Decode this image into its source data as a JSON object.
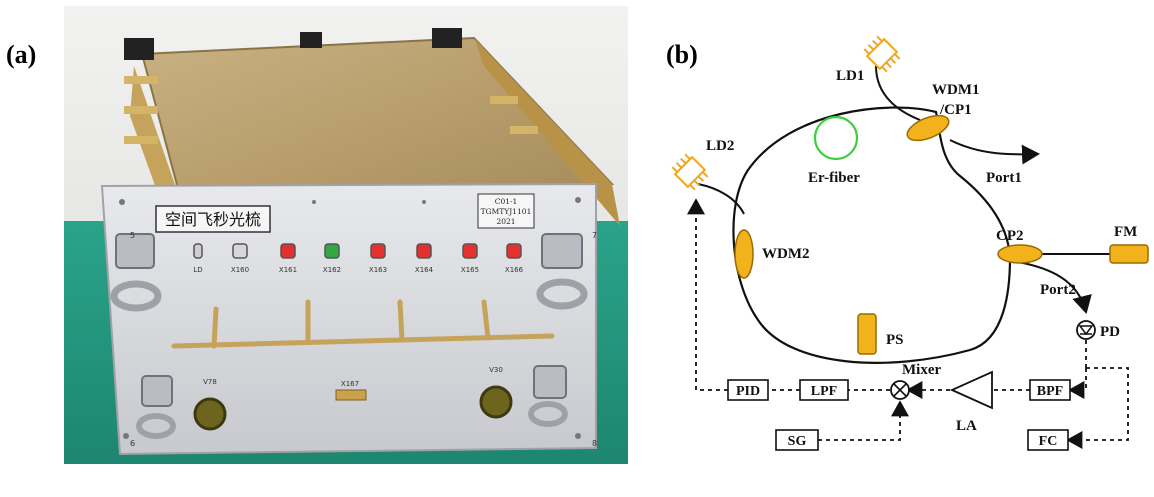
{
  "panels": {
    "a_label": "(a)",
    "b_label": "(b)"
  },
  "photo": {
    "front_title": "空间飞秒光梳",
    "id_plate": [
      "C01-1",
      "TGMTYJ1101",
      "2021"
    ],
    "indicators": [
      {
        "label": "LD",
        "color": "#cfcfcf"
      },
      {
        "label": "X160",
        "color": "#d8d8d8"
      },
      {
        "label": "X161",
        "color": "#e53030"
      },
      {
        "label": "X162",
        "color": "#2fa844"
      },
      {
        "label": "X163",
        "color": "#e53030"
      },
      {
        "label": "X164",
        "color": "#e53030"
      },
      {
        "label": "X165",
        "color": "#e53030"
      },
      {
        "label": "X166",
        "color": "#e53030"
      }
    ],
    "connector_labels": [
      "V78",
      "X167",
      "V30"
    ],
    "side_numbers": [
      "5",
      "7",
      "6",
      "8"
    ]
  },
  "diagram": {
    "labels": {
      "ld1": "LD1",
      "ld2": "LD2",
      "wdm1": "WDM1",
      "cp1": "/CP1",
      "er_fiber": "Er-fiber",
      "port1": "Port1",
      "cp2": "CP2",
      "fm": "FM",
      "port2": "Port2",
      "wdm2": "WDM2",
      "ps": "PS",
      "pd": "PD",
      "mixer": "Mixer",
      "pid": "PID",
      "lpf": "LPF",
      "bpf": "BPF",
      "la": "LA",
      "sg": "SG",
      "fc": "FC"
    },
    "colors": {
      "component_fill": "#f2b21c",
      "component_stroke": "#9a6c00",
      "laser": "#f2a61c",
      "er_ring": "#3ccf3c",
      "line": "#111111"
    }
  }
}
